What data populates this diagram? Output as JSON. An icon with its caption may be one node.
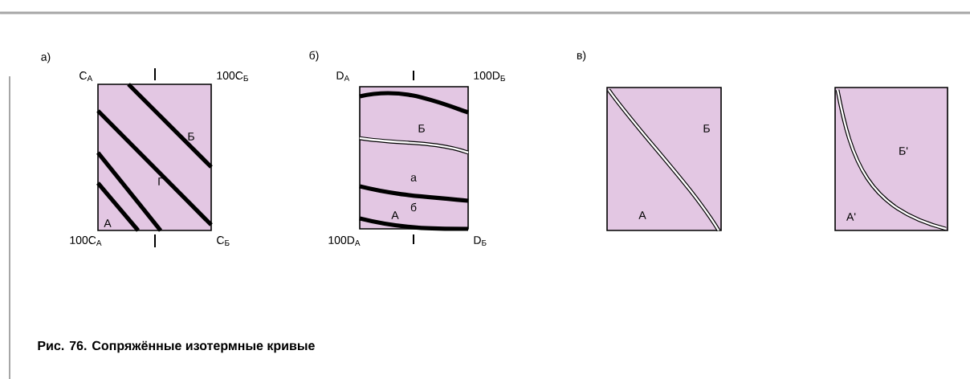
{
  "diagram": {
    "caption": "Рис. 76. Сопряжённые изотермные кривые",
    "nodes": [
      {
        "text": [
          "Б",
          "Г",
          "А"
        ],
        "beside": [
          "C$_{А}$",
          "100C$_{Б}$",
          "100C$_{А}$",
          "C$_{Б}$"
        ]
      },
      {
        "text": [
          "Б",
          "а",
          "А",
          "б"
        ],
        "beside": [
          "D$_{А}$",
          "100D$_{Б}$",
          "100D$_{А}$",
          "D$_{Б}$"
        ]
      },
      {
        "text": [
          "Б",
          "А"
        ]
      },
      {
        "text": [
          "Б'",
          "А'"
        ]
      }
    ],
    "labels": [
      "а)",
      "б)",
      "в)"
    ]
  }
}
